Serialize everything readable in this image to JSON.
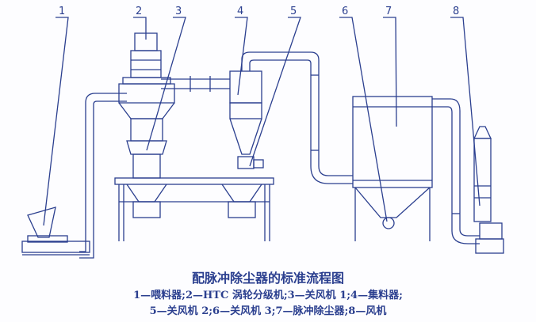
{
  "diagram": {
    "labels": [
      "1",
      "2",
      "3",
      "4",
      "5",
      "6",
      "7",
      "8"
    ],
    "title": "配脉冲除尘器的标准流程图",
    "legend_line1": "1—喂料器;2—HTC 涡轮分级机;3—关风机 1;4—集料器;",
    "legend_line2": "5—关风机 2;6—关风机 3;7—脉冲除尘器;8—风机",
    "line_color": "#2b3f8f"
  }
}
